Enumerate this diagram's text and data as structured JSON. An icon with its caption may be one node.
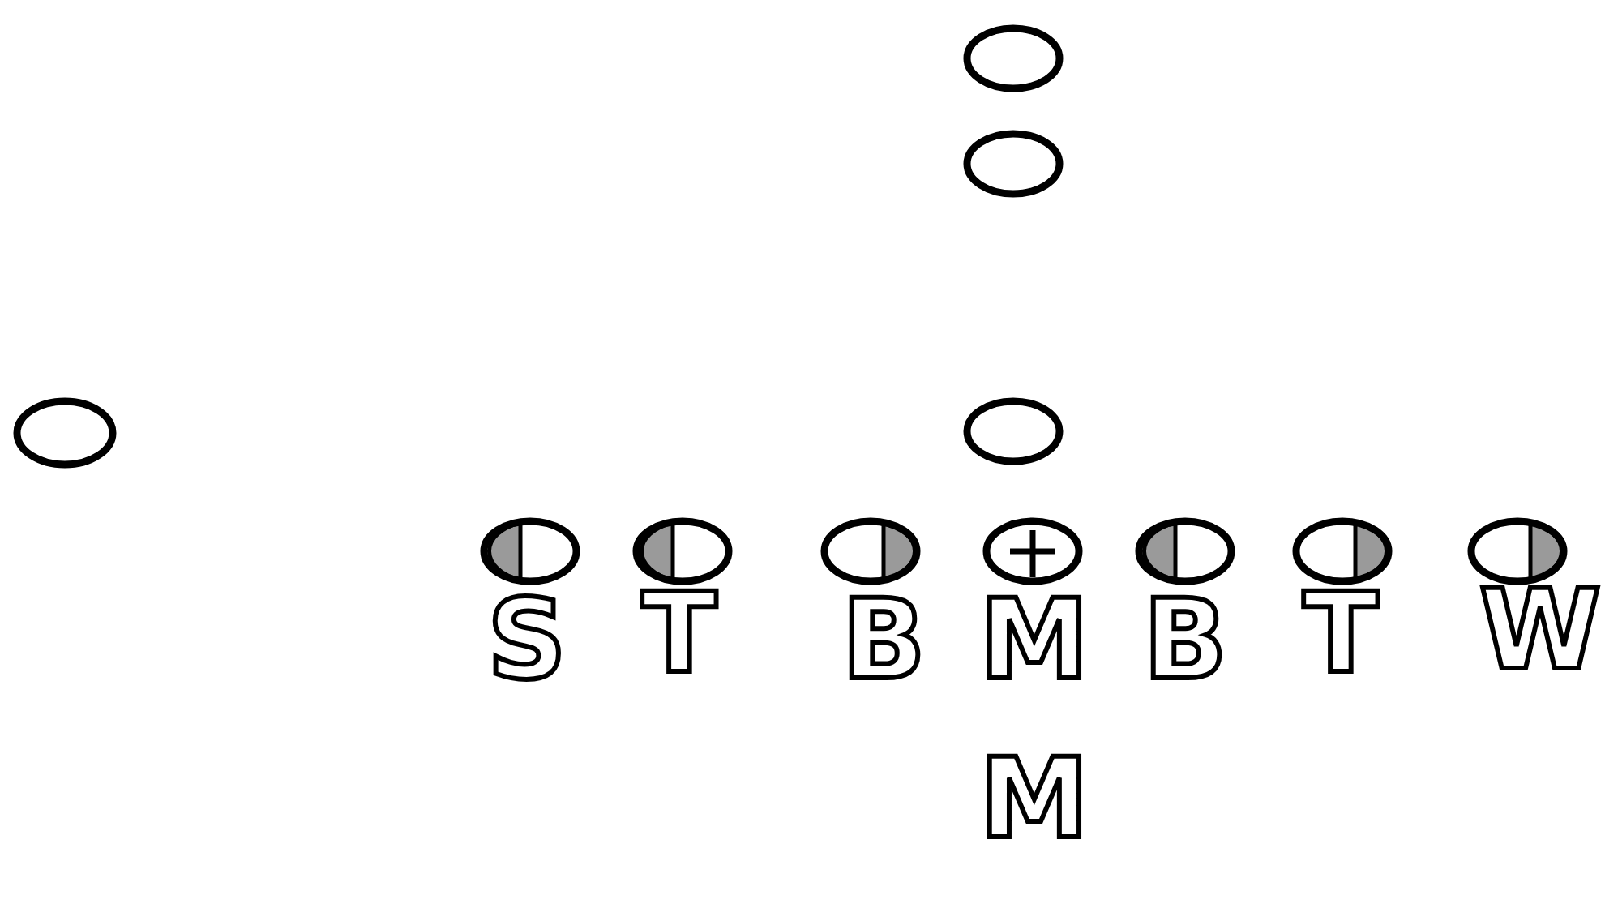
{
  "diagram": {
    "nodes": [
      {
        "text": [],
        "shape": "circle"
      },
      {
        "text": [],
        "shape": "circle"
      },
      {
        "text": [],
        "shape": "circle"
      },
      {
        "text": [],
        "shape": "circle"
      },
      {
        "text": [],
        "shape": "circle"
      },
      {
        "text": [],
        "shape": "circle"
      },
      {
        "text": [],
        "shape": "circle"
      },
      {
        "text": [],
        "shape": "circle"
      },
      {
        "text": [],
        "shape": "circle"
      },
      {
        "text": [],
        "shape": "circle"
      },
      {
        "text": [],
        "shape": "circle"
      }
    ],
    "labels": [
      "S",
      "T",
      "B",
      "M",
      "B",
      "T",
      "W",
      "M"
    ]
  }
}
